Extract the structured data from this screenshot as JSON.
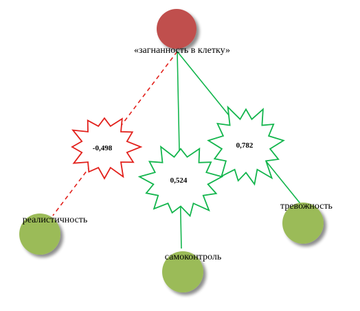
{
  "diagram": {
    "colors": {
      "center_node": "#c0504d",
      "outer_node": "#9bbb59",
      "negative_link": "#e2201b",
      "positive_link": "#12b54c",
      "background": "#ffffff"
    },
    "center": {
      "label": "«загнанность в клетку»"
    },
    "nodes": [
      {
        "id": "realism",
        "label": "реалистичность"
      },
      {
        "id": "selfcontrol",
        "label": "самоконтроль"
      },
      {
        "id": "anxiety",
        "label": "тревожность"
      }
    ],
    "links": [
      {
        "to": "realism",
        "value": "-0,498",
        "sign": "negative",
        "line_style": "dashed"
      },
      {
        "to": "selfcontrol",
        "value": "0,524",
        "sign": "positive",
        "line_style": "solid"
      },
      {
        "to": "anxiety",
        "value": "0,782",
        "sign": "positive",
        "line_style": "solid"
      }
    ]
  }
}
